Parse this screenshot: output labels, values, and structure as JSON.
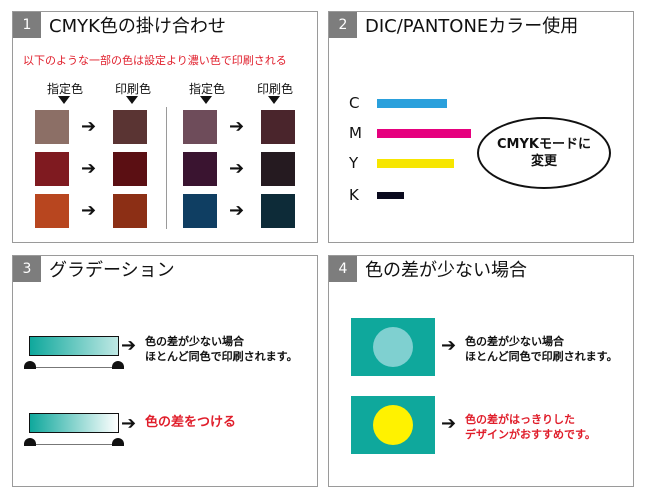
{
  "panel1": {
    "num": "1",
    "title": "CMYK色の掛け合わせ",
    "note": "以下のような一部の色は設定より濃い色で印刷される",
    "head_specified": "指定色",
    "head_printed": "印刷色",
    "pairs_left": [
      {
        "from": "#8c6f66",
        "to": "#5a3433"
      },
      {
        "from": "#7f1a20",
        "to": "#5b0f13"
      },
      {
        "from": "#b8461f",
        "to": "#8c2f15"
      }
    ],
    "pairs_right": [
      {
        "from": "#6e4c5a",
        "to": "#4a252c"
      },
      {
        "from": "#3a1430",
        "to": "#251a20"
      },
      {
        "from": "#0f3e62",
        "to": "#0d2b38"
      }
    ]
  },
  "panel2": {
    "num": "2",
    "title": "DIC/PANTONEカラー使用",
    "bars": [
      {
        "label": "C",
        "color": "#2aa0dc",
        "fraction": 1.0
      },
      {
        "label": "M",
        "color": "#e6007e",
        "fraction": 1.34
      },
      {
        "label": "Y",
        "color": "#f7e600",
        "fraction": 1.1
      },
      {
        "label": "K",
        "color": "#0a0a1e",
        "fraction": 0.39
      }
    ],
    "oval_line1": "CMYKモードに",
    "oval_line2": "変更"
  },
  "panel3": {
    "num": "3",
    "title": "グラデーション",
    "grad1_color": "#0fa89c",
    "grad2_color": "#0fa89c",
    "text1_line1": "色の差が少ない場合",
    "text1_line2": "ほとんど同色で印刷されます。",
    "text2": "色の差をつける"
  },
  "panel4": {
    "num": "4",
    "title": "色の差が少ない場合",
    "rect_color": "#0fa89c",
    "circle1_color": "#7fd0d0",
    "circle2_color": "#fff200",
    "text1_line1": "色の差が少ない場合",
    "text1_line2": "ほとんど同色で印刷されます。",
    "text2_line1": "色の差がはっきりした",
    "text2_line2": "デザインがおすすめです。"
  },
  "arrow_glyph": "➔"
}
